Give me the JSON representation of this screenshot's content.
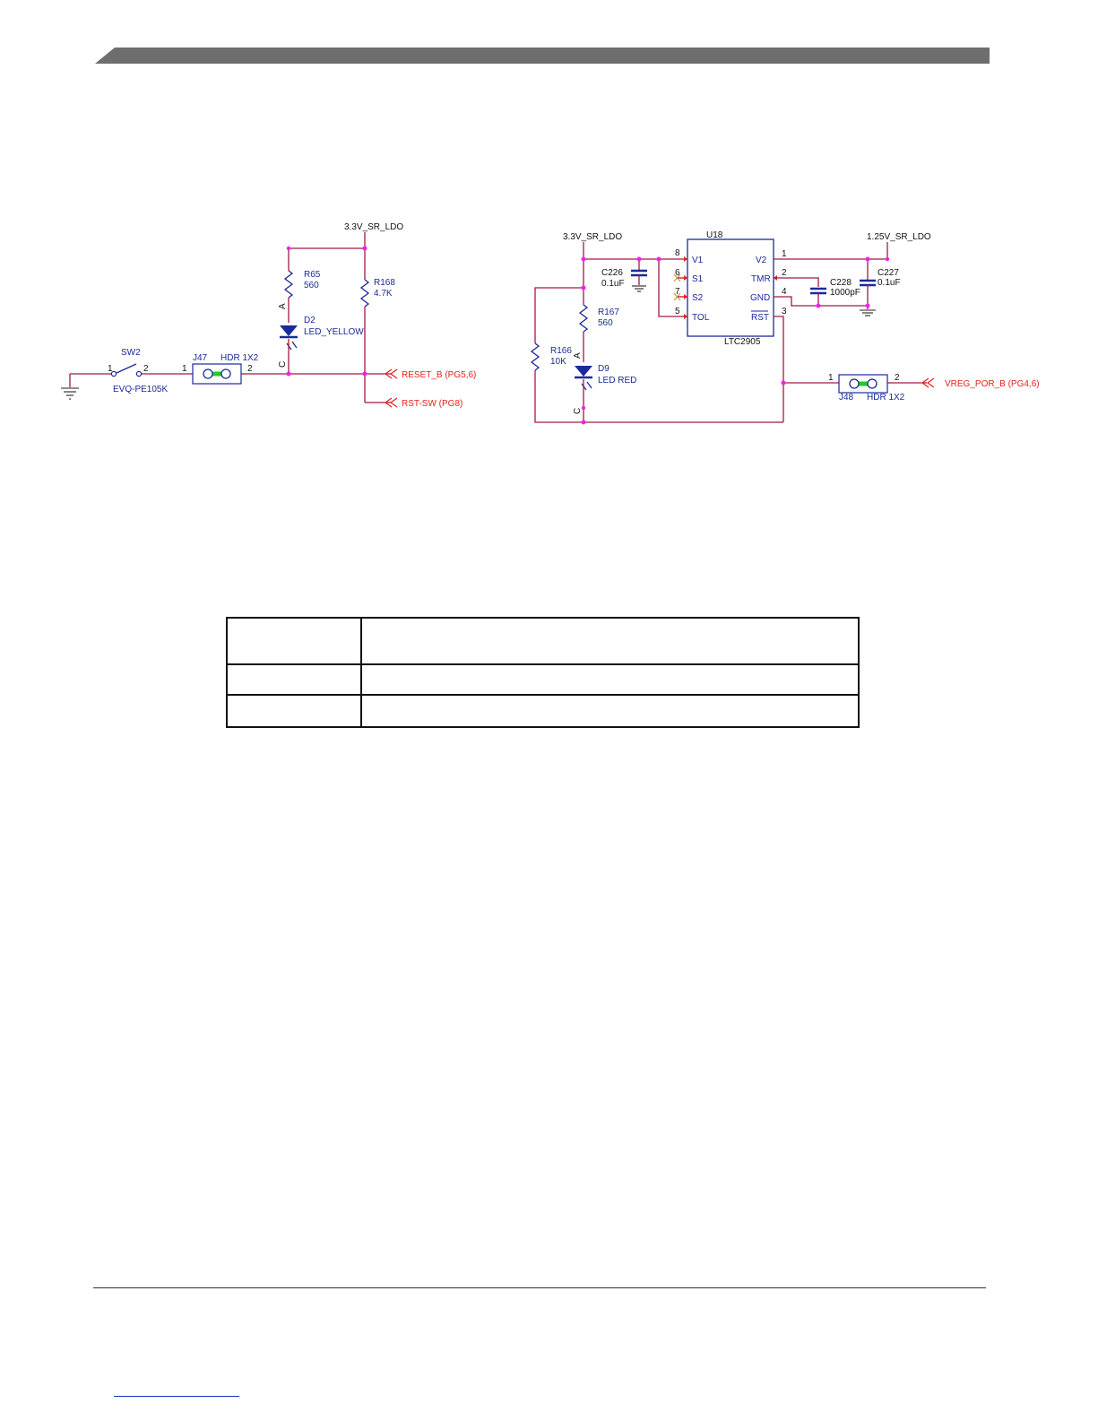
{
  "net_labels": {
    "left_supply": "3.3V_SR_LDO",
    "right_supply_a": "3.3V_SR_LDO",
    "right_supply_b": "1.25V_SR_LDO"
  },
  "components": {
    "sw2": {
      "ref": "SW2",
      "part": "EVQ-PE105K",
      "pin1": "1",
      "pin2": "2"
    },
    "j47": {
      "ref": "J47",
      "part": "HDR 1X2",
      "pin1": "1",
      "pin2": "2"
    },
    "r65": {
      "ref": "R65",
      "value": "560"
    },
    "r168": {
      "ref": "R168",
      "value": "4.7K"
    },
    "d2": {
      "ref": "D2",
      "value": "LED_YELLOW",
      "anode": "A",
      "cathode": "C"
    },
    "u18": {
      "ref": "U18",
      "part": "LTC2905",
      "pins_left": [
        {
          "num": "8",
          "name": "V1"
        },
        {
          "num": "6",
          "name": "S1"
        },
        {
          "num": "7",
          "name": "S2"
        },
        {
          "num": "5",
          "name": "TOL"
        }
      ],
      "pins_right": [
        {
          "num": "1",
          "name": "V2"
        },
        {
          "num": "2",
          "name": "TMR"
        },
        {
          "num": "4",
          "name": "GND"
        },
        {
          "num": "3",
          "name": "RST"
        }
      ]
    },
    "c226": {
      "ref": "C226",
      "value": "0.1uF"
    },
    "c227": {
      "ref": "C227",
      "value": "0.1uF"
    },
    "c228": {
      "ref": "C228",
      "value": "1000pF"
    },
    "r167": {
      "ref": "R167",
      "value": "560"
    },
    "r166": {
      "ref": "R166",
      "value": "10K"
    },
    "d9": {
      "ref": "D9",
      "value": "LED RED",
      "anode": "A",
      "cathode": "C"
    },
    "j48": {
      "ref": "J48",
      "part": "HDR 1X2",
      "pin1": "1",
      "pin2": "2"
    }
  },
  "offpage": {
    "reset_b": "RESET_B  (PG5,6)",
    "rst_sw": "RST-SW  (PG8)",
    "vreg_por_b": "VREG_POR_B  (PG4,6)"
  },
  "colors": {
    "wire": "#a01a45",
    "component": "#1a2a9a",
    "offpage": "#e8201c",
    "junction": "#ee22ee",
    "jumper": "#22cc22"
  }
}
